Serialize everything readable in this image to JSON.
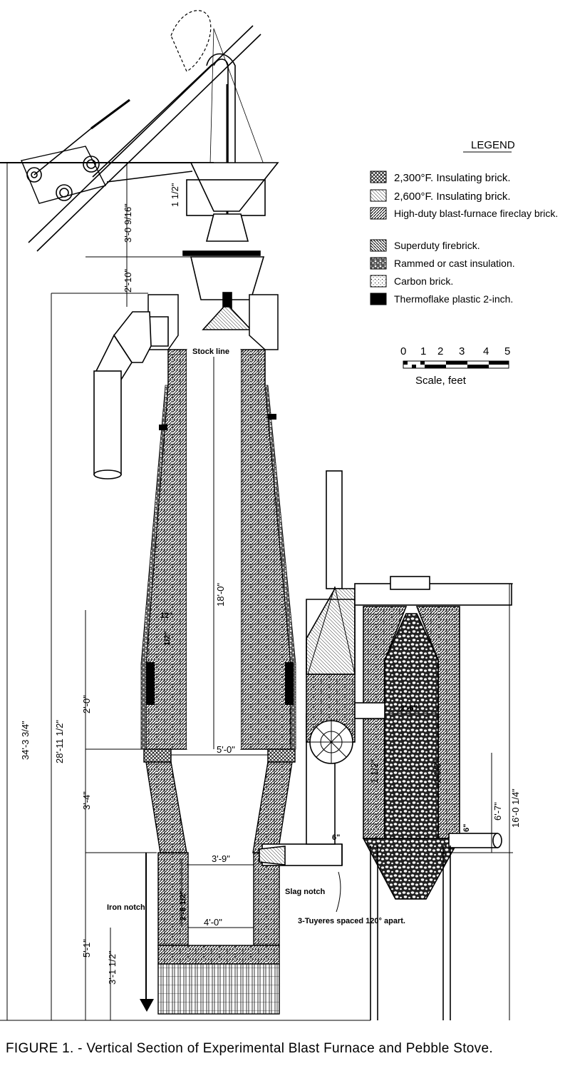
{
  "legend": {
    "title": "LEGEND",
    "items": [
      {
        "label": "2,300°F. Insulating brick.",
        "pattern": "hatch-cross"
      },
      {
        "label": "2,600°F. Insulating brick.",
        "pattern": "hatch-light"
      },
      {
        "label": "High-duty blast-furnace fireclay brick.",
        "pattern": "hatch-fire"
      },
      {
        "label": "Superduty firebrick.",
        "pattern": "hatch-super"
      },
      {
        "label": "Rammed or cast insulation.",
        "pattern": "rammed"
      },
      {
        "label": "Carbon brick.",
        "pattern": "dots"
      },
      {
        "label": "Thermoflake plastic 2-inch.",
        "pattern": "solid"
      }
    ]
  },
  "scale": {
    "ticks": [
      "0",
      "1",
      "2",
      "3",
      "4",
      "5"
    ],
    "label": "Scale, feet"
  },
  "labels": {
    "stock_line": "Stock line",
    "slag_notch": "Slag notch",
    "iron_notch": "Iron notch",
    "tuyeres": "3-Tuyeres spaced 120° apart."
  },
  "dimensions": {
    "overall_height": "34'-3 3/4\"",
    "furnace_height": "28'-11 1/2\"",
    "bell_rise": "3'-0 9/16\"",
    "bell_offset": "1 1/2\"",
    "hopper_drop": "2'-10\"",
    "stack_height": "18'-0\"",
    "bosh_upper": "2'-0\"",
    "bosh_mid": "3'-4\"",
    "hearth_height": "5'-1\"",
    "hearth_inner": "3'-1 1/2\"",
    "tuyere_drop": "2'-6 1/2\"",
    "bosh_diameter": "5'-0\"",
    "tuyere_diameter": "3'-9\"",
    "hearth_diameter": "4'-0\"",
    "lining_a": "12\"",
    "lining_b": "1/2\"",
    "stove_width": "2'-6\"",
    "stove_wall_left": "1 1/2\"",
    "stove_wall_right": "1 1/2\"",
    "stove_bed": "6'-7\"",
    "stove_height": "16'-0 1/4\"",
    "pipe_a": "6\"",
    "pipe_b": "6\""
  },
  "caption": "FIGURE 1. - Vertical Section of Experimental Blast Furnace and Pebble Stove."
}
